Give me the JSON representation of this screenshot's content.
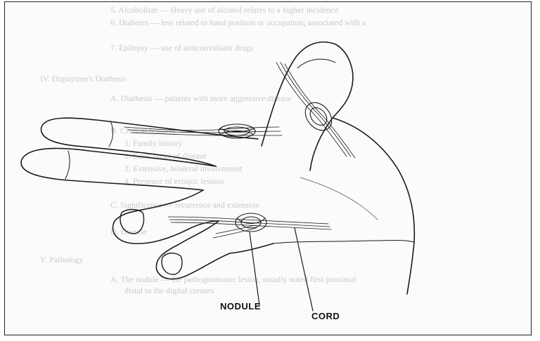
{
  "labels": {
    "nodule": "NODULE",
    "cord": "CORD"
  },
  "background_text": [
    "5.  Alcoholism — Heavy use of alcohol relates to a higher incidence",
    "6.  Diabetes — less related to hand position or occupation; associated with a",
    "7.  Epilepsy — use of anticonvulsant drugs",
    "IV.  Dupuytren's Diathesis",
    "A.  Diathesis — patients with more aggressive disease",
    "B.  Clinical features",
    "1.  Family history",
    "2.  Early onset of disease",
    "3.  Extensive, bilateral involvement",
    "4.  Presence of ectopic lesions",
    "C.  Significance — recurrence and extension",
    "D.  Disease",
    "V.  Pathology",
    "A.  The nodule — the pathognomonic lesion, usually noted first proximal",
    "distal to the digital creases"
  ],
  "colors": {
    "ink": "#1a1a1a",
    "paper": "#fbfbfa",
    "bleed": "#c9c9c9"
  }
}
